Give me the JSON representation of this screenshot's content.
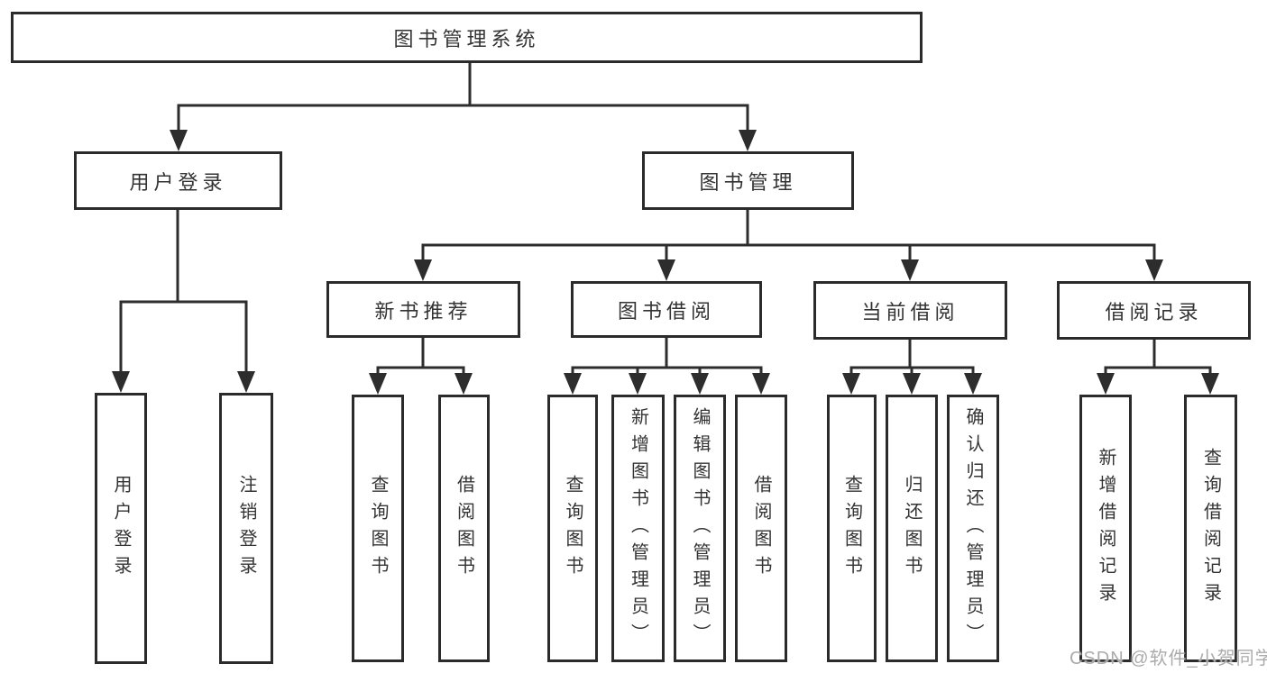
{
  "tree": {
    "label": "图书管理系统",
    "children": [
      {
        "label": "用户登录",
        "children": [
          {
            "label": "用户登录"
          },
          {
            "label": "注销登录"
          }
        ]
      },
      {
        "label": "图书管理",
        "children": [
          {
            "label": "新书推荐",
            "children": [
              {
                "label": "查询图书"
              },
              {
                "label": "借阅图书"
              }
            ]
          },
          {
            "label": "图书借阅",
            "children": [
              {
                "label": "查询图书"
              },
              {
                "label": "新增图书（管理员）"
              },
              {
                "label": "编辑图书（管理员）"
              },
              {
                "label": "借阅图书"
              }
            ]
          },
          {
            "label": "当前借阅",
            "children": [
              {
                "label": "查询图书"
              },
              {
                "label": "归还图书"
              },
              {
                "label": "确认归还（管理员）"
              }
            ]
          },
          {
            "label": "借阅记录",
            "children": [
              {
                "label": "新增借阅记录"
              },
              {
                "label": "查询借阅记录"
              }
            ]
          }
        ]
      }
    ]
  },
  "watermark": {
    "text": "CSDN @软件_小贺同学",
    "color": "#ababab"
  },
  "colors": {
    "line": "#2d2d2d",
    "box_border": "#2b2b2b",
    "text": "#333333",
    "background": "#ffffff"
  }
}
